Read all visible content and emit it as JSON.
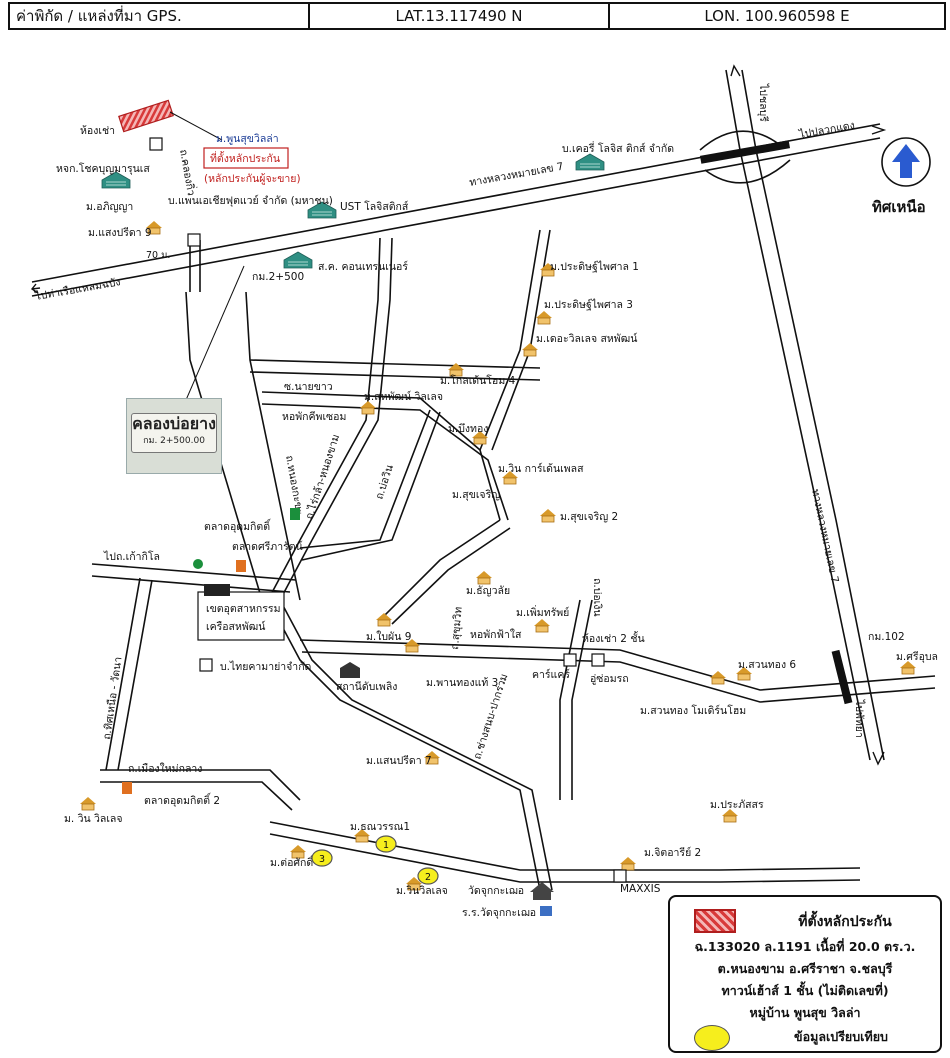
{
  "header": {
    "title": "ค่าพิกัด / แหล่งที่มา GPS.",
    "lat": "LAT.13.117490 N",
    "lon": "LON. 100.960598  E"
  },
  "north": {
    "label": "ทิศเหนือ"
  },
  "roads": {
    "highway7": "ทางหลวงหมายเลข 7",
    "highway7_vertical": "ทางหลวงหมายเลข 7",
    "to_laem_chabang": "ไปท่าเรือแหลมฉบัง",
    "to_pluak_daeng": "ไปปลวกแดง",
    "to_chonburi": "ไปชลบุรี",
    "to_pattaya": "ไปพัทยา",
    "to_khao_khiao": "ไปถ.เก้ากิโล",
    "khao_khiao_km": "70 ม.",
    "nong_kham_rd": "ถ.ไร่กล้า-หนองขาม",
    "ban_bueng_rd": "ถ.หนองกะขะ",
    "bo_win_rd": "ถ.บ่อวิน",
    "khlong_rd": "ถ.คลองกิ่ว",
    "tiwa_rd": "ถ.ทิศเหนือ - วัดนา",
    "mueang_mai_rd": "ถ.เมืองใหม่กลาง",
    "chao_rd": "ถ.ช่างสนบ-ปากร่วม",
    "sukhumvit_rd": "ถ.สุขุมวิท",
    "nong_rd": "ถ.บ่อเงิน",
    "km_2500": "กม.2+500",
    "km_102": "กม.102",
    "mu_nai": "ซ.นายขาว"
  },
  "subject": {
    "name": "ม.พูนสุขวิลล่า",
    "line1": "ที่ตั้งหลักประกัน",
    "line2": "(หลักประกันผู้จะขาย)"
  },
  "places": [
    {
      "t": "ห้องเช่า"
    },
    {
      "t": "หจก.โชคบุญมารุนเส"
    },
    {
      "t": "ม.อภิญญา"
    },
    {
      "t": "ม.แสงปรีดา 9"
    },
    {
      "t": "บ.แพนเอเชียฟุตแวย์ จำกัด (มหาชน)"
    },
    {
      "t": "UST โลจิสติกส์"
    },
    {
      "t": "ส.ค. คอนเทรนเนอร์"
    },
    {
      "t": "บ.เคอรี่ โลจิส ติกส์ จำกัด"
    },
    {
      "t": "ม.ประดิษฐ์ไพศาล 1"
    },
    {
      "t": "ม.ประดิษฐ์ไพศาล 3"
    },
    {
      "t": "ม.เดอะวิลเลจ สหพัฒน์"
    },
    {
      "t": "ม.โกลเด้นโฮม 4"
    },
    {
      "t": "ม.สหพัฒน์ วิลเลจ"
    },
    {
      "t": "หอพักคีพเซอม"
    },
    {
      "t": "ม.บึงทอง"
    },
    {
      "t": "ม.วิน การ์เด้นเพลส"
    },
    {
      "t": "ม.สุขเจริญ"
    },
    {
      "t": "ม.สุขเจริญ 2"
    },
    {
      "t": "ตลาดอุดมกิตติ์"
    },
    {
      "t": "ตลาดศรีภารัตน์"
    },
    {
      "t": "เขตอุตสาหกรรม"
    },
    {
      "t": "เครือสหพัฒน์"
    },
    {
      "t": "บ.ไทยคามาย่าจำกัด"
    },
    {
      "t": "ม.ธัญวลัย"
    },
    {
      "t": "ม.ใบผัน 9"
    },
    {
      "t": "หอพักฟ้าใส"
    },
    {
      "t": "ม.เพิ่มทรัพย์"
    },
    {
      "t": "ห้องเช่า 2 ชั้น"
    },
    {
      "t": "คาร์แคร์"
    },
    {
      "t": "อู่ซ่อมรถ"
    },
    {
      "t": "สถานีดับเพลิง"
    },
    {
      "t": "ม.พานทองแท้ 3"
    },
    {
      "t": "ม.สวนทอง 6"
    },
    {
      "t": "ม.สวนทอง โมเดิร์นโฮม"
    },
    {
      "t": "ม.ศรีอุบล"
    },
    {
      "t": "ม.แสนปรีดา 7"
    },
    {
      "t": "ตลาดอุดมกิตติ์ 2"
    },
    {
      "t": "ม. วิน วิลเลจ"
    },
    {
      "t": "ม.ธณวรรณ1"
    },
    {
      "t": "ม.ต่อศักดิ์"
    },
    {
      "t": "ม.วินวิลเลจ"
    },
    {
      "t": "วัดจุกกะเฌอ"
    },
    {
      "t": "ร.ร.วัดจุกกะเฌอ"
    },
    {
      "t": "ม.ประภัสสร"
    },
    {
      "t": "ม.จิตอารีย์ 2"
    },
    {
      "t": "MAXXIS"
    }
  ],
  "comparables": [
    "1",
    "2",
    "3"
  ],
  "sign": {
    "title": "คลองบ่อยาง",
    "km": "กม. 2+500.00"
  },
  "legend": {
    "title": "ที่ตั้งหลักประกัน",
    "l1": "ฉ.133020 ล.1191 เนื้อที่ 20.0 ตร.ว.",
    "l2": "ต.หนองขาม อ.ศรีราชา จ.ชลบุรี",
    "l3": "ทาวน์เฮ้าส์ 1 ชั้น (ไม่ติดเลขที่)",
    "l4": "หมู่บ้าน พูนสุข วิลล่า",
    "comp": "ข้อมูลเปรียบเทียบ"
  },
  "colors": {
    "road": "#111111",
    "marker_red": "#d83a3a",
    "comp_yellow": "#f6ee1d",
    "north_arrow": "#2a5bd0",
    "warehouse": "#2f8f83",
    "house": "#d89a2a"
  }
}
